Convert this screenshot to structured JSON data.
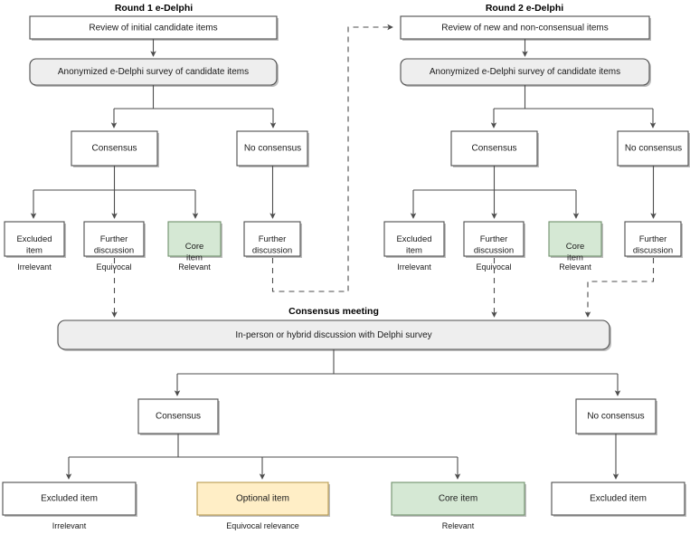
{
  "diagram": {
    "title": "Delphi consensus process flowchart",
    "colors": {
      "green_fill": "#d5e8d4",
      "yellow_fill": "#ffeec6",
      "grey_fill": "#eeeeee",
      "white_fill": "#ffffff",
      "stroke": "#4d4d4d"
    },
    "section_titles": {
      "round1": "Round 1 e-Delphi",
      "round2": "Round 2 e-Delphi",
      "consensus_meeting": "Consensus meeting"
    },
    "round1": {
      "review": "Review of initial candidate items",
      "survey": "Anonymized e-Delphi survey of candidate items",
      "consensus": "Consensus",
      "no_consensus": "No consensus",
      "excluded_item": "Excluded item",
      "further_discussion_equivocal": "Further discussion",
      "core_item": "Core item",
      "further_discussion_nocons": "Further discussion",
      "caption_irrelevant": "Irrelevant",
      "caption_equivocal": "Equivocal",
      "caption_relevant": "Relevant"
    },
    "round2": {
      "review": "Review of new and non-consensual items",
      "survey": "Anonymized e-Delphi survey of candidate items",
      "consensus": "Consensus",
      "no_consensus": "No consensus",
      "excluded_item": "Excluded item",
      "further_discussion_equivocal": "Further discussion",
      "core_item": "Core item",
      "further_discussion_nocons": "Further discussion",
      "caption_irrelevant": "Irrelevant",
      "caption_equivocal": "Equivocal",
      "caption_relevant": "Relevant"
    },
    "meeting": {
      "bar": "In-person or hybrid discussion with Delphi survey",
      "consensus": "Consensus",
      "no_consensus": "No consensus",
      "excluded_item": "Excluded item",
      "optional_item": "Optional item",
      "core_item": "Core item",
      "excluded_item_right": "Excluded item",
      "caption_irrelevant": "Irrelevant",
      "caption_equivocal": "Equivocal relevance",
      "caption_relevant": "Relevant"
    }
  }
}
